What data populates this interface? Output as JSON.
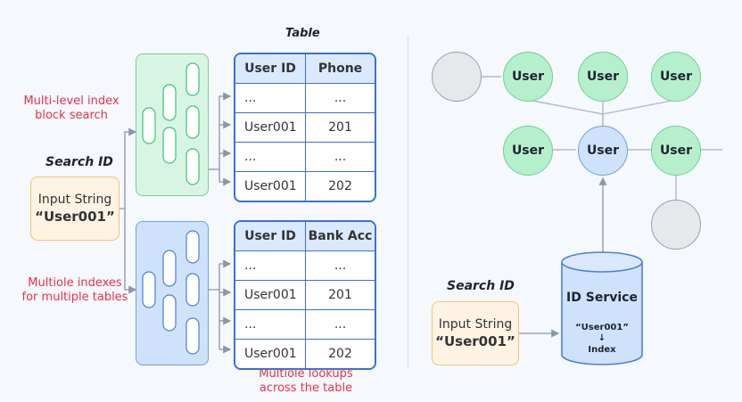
{
  "left": {
    "table_title": "Table",
    "label_multilevel": "Multi-level index\nblock search",
    "label_multiple": "Multiole indexes\nfor multiple tables",
    "label_lookups": "Multiole lookups\nacross the table",
    "search_title": "Search ID",
    "input_line1": "Input String",
    "input_line2": "“User001”",
    "table1": {
      "headers": [
        "User ID",
        "Phone"
      ],
      "rows": [
        [
          "...",
          "..."
        ],
        [
          "User001",
          "201"
        ],
        [
          "...",
          "..."
        ],
        [
          "User001",
          "202"
        ]
      ]
    },
    "table2": {
      "headers": [
        "User ID",
        "Bank Acc"
      ],
      "rows": [
        [
          "...",
          "..."
        ],
        [
          "User001",
          "201"
        ],
        [
          "...",
          "..."
        ],
        [
          "User001",
          "202"
        ]
      ]
    }
  },
  "right": {
    "search_title": "Search ID",
    "input_line1": "Input String",
    "input_line2": "“User001”",
    "service_title": "ID Service",
    "service_key": "“User001”",
    "service_arrow": "↓",
    "service_index": "Index",
    "nodes": {
      "top1": "User",
      "top2": "User",
      "top3": "User",
      "mid_left": "User",
      "center": "User",
      "mid_right": "User"
    }
  },
  "colors": {
    "accent_blue": "#3d6fd6",
    "red_label": "#e8324a",
    "green_node": "#b6efcc",
    "gray_node": "#e6e8ec",
    "input_bg": "#fff3e3"
  }
}
